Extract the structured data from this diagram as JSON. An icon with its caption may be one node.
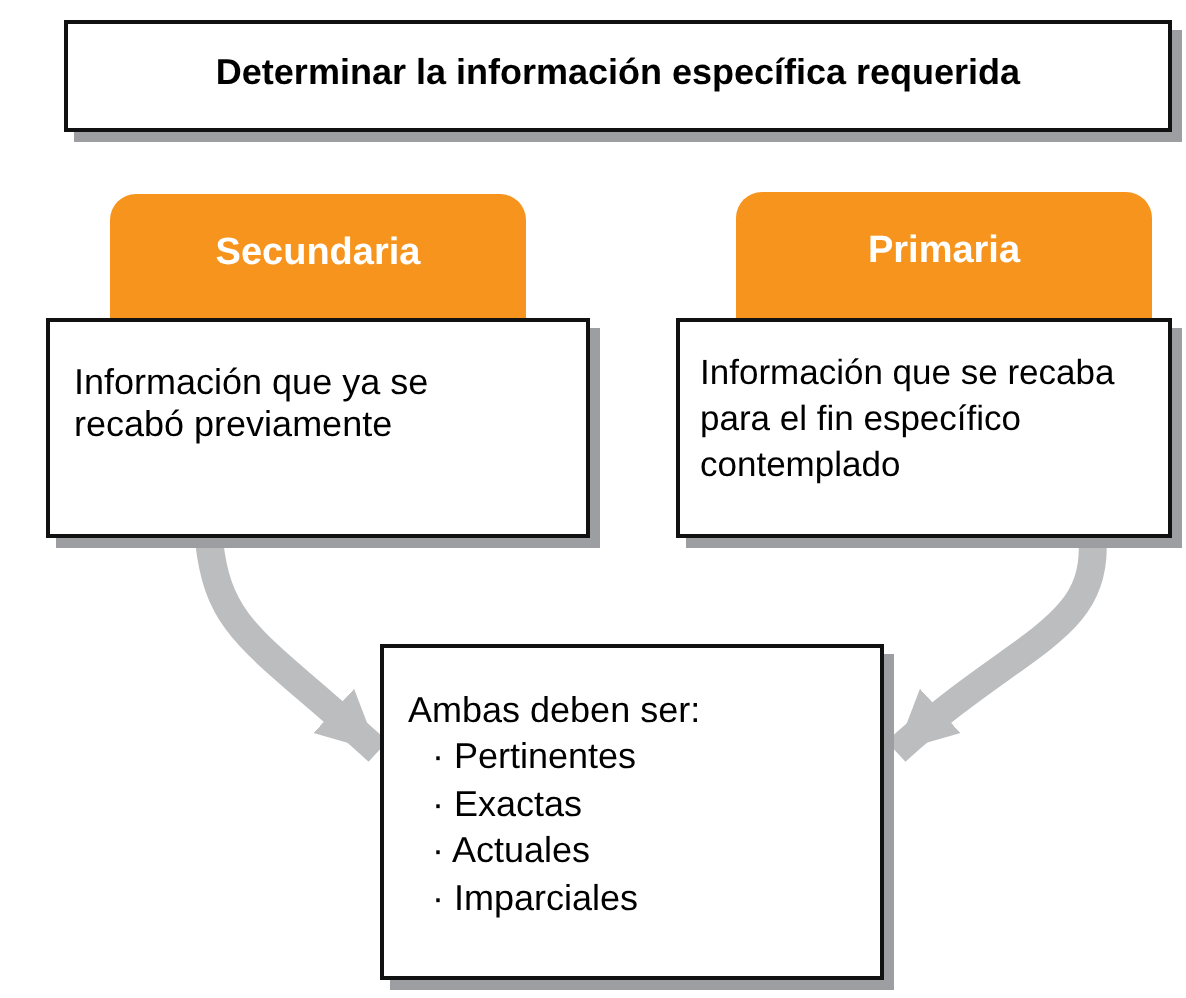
{
  "diagram": {
    "nodes": [
      {
        "text": [
          "Determinar la información específica requerida"
        ]
      },
      {
        "text": [
          "Secundaria"
        ]
      },
      {
        "text": [
          "Primaria"
        ]
      },
      {
        "text": [
          "Información que ya se recabó previamente"
        ]
      },
      {
        "text": [
          "Información que se recaba para el fin específico contemplado"
        ]
      },
      {
        "text": [
          "Ambas deben ser:",
          "· Pertinentes",
          "· Exactas",
          "· Actuales",
          "· Imparciales"
        ]
      }
    ],
    "edges": [
      {
        "from": 3,
        "to": 5,
        "arrow": "to"
      },
      {
        "from": 4,
        "to": 5,
        "arrow": "to"
      }
    ]
  }
}
